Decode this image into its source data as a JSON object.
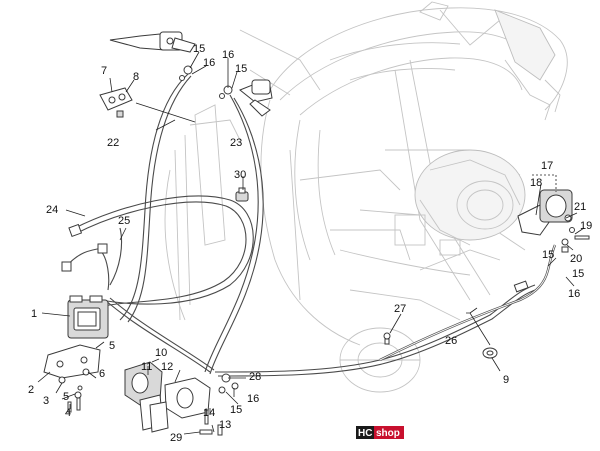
{
  "callouts": [
    {
      "id": "c15a",
      "text": "15"
    },
    {
      "id": "c16a",
      "text": "16"
    },
    {
      "id": "c16b",
      "text": "16"
    },
    {
      "id": "c15b",
      "text": "15"
    },
    {
      "id": "c7",
      "text": "7"
    },
    {
      "id": "c8",
      "text": "8"
    },
    {
      "id": "c22",
      "text": "22"
    },
    {
      "id": "c23",
      "text": "23"
    },
    {
      "id": "c30",
      "text": "30"
    },
    {
      "id": "c24",
      "text": "24"
    },
    {
      "id": "c25",
      "text": "25"
    },
    {
      "id": "c17",
      "text": "17"
    },
    {
      "id": "c18",
      "text": "18"
    },
    {
      "id": "c21",
      "text": "21"
    },
    {
      "id": "c19",
      "text": "19"
    },
    {
      "id": "c20",
      "text": "20"
    },
    {
      "id": "c15c",
      "text": "15"
    },
    {
      "id": "c15d",
      "text": "15"
    },
    {
      "id": "c16c",
      "text": "16"
    },
    {
      "id": "c1",
      "text": "1"
    },
    {
      "id": "c27",
      "text": "27"
    },
    {
      "id": "c26",
      "text": "26"
    },
    {
      "id": "c5a",
      "text": "5"
    },
    {
      "id": "c10",
      "text": "10"
    },
    {
      "id": "c6",
      "text": "6"
    },
    {
      "id": "c2",
      "text": "2"
    },
    {
      "id": "c3",
      "text": "3"
    },
    {
      "id": "c5b",
      "text": "5"
    },
    {
      "id": "c4",
      "text": "4"
    },
    {
      "id": "c11",
      "text": "11"
    },
    {
      "id": "c12",
      "text": "12"
    },
    {
      "id": "c28",
      "text": "28"
    },
    {
      "id": "c9",
      "text": "9"
    },
    {
      "id": "c14",
      "text": "14"
    },
    {
      "id": "c15e",
      "text": "15"
    },
    {
      "id": "c16d",
      "text": "16"
    },
    {
      "id": "c13",
      "text": "13"
    },
    {
      "id": "c29",
      "text": "29"
    }
  ],
  "watermark": {
    "brand": "HC",
    "suffix": "shop"
  },
  "colors": {
    "line": "#3a3a3a",
    "ghost": "#c4c4c4",
    "text": "#111111",
    "logo_bg": "#c8102e",
    "logo_fg": "#ffffff"
  }
}
